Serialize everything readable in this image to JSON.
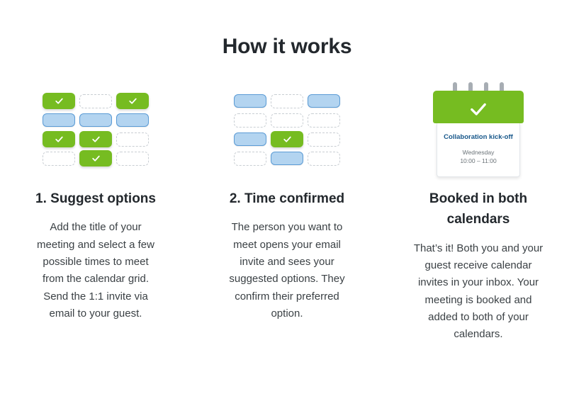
{
  "heading": "How it works",
  "colors": {
    "green": "#76bc21",
    "blue_fill": "#b3d4f0",
    "blue_border": "#5b9bd5",
    "dashed_border": "#c9ced3",
    "heading_text": "#23282d",
    "body_text": "#3b4145",
    "event_title": "#17578a",
    "event_meta": "#6b7378",
    "ring": "#a7adb3",
    "background": "#ffffff"
  },
  "steps": [
    {
      "title": "1. Suggest options",
      "body": "Add the title of your meeting and select a few possible times to meet from the calendar grid. Send the 1:1 invite via email to your guest.",
      "illustration": {
        "type": "option-grid",
        "columns": 3,
        "rows": 4,
        "cells": [
          "green-check",
          "empty",
          "green-check",
          "blue",
          "blue",
          "blue",
          "green-check",
          "green-check",
          "empty",
          "empty",
          "green-check",
          "empty"
        ]
      }
    },
    {
      "title": "2. Time confirmed",
      "body": "The person you want to meet opens your email invite and sees your suggested options. They confirm their preferred option.",
      "illustration": {
        "type": "option-grid",
        "columns": 3,
        "rows": 4,
        "cells": [
          "blue",
          "empty",
          "blue",
          "empty",
          "empty",
          "empty",
          "blue",
          "green-check",
          "empty",
          "empty",
          "blue",
          "empty"
        ]
      }
    },
    {
      "title": "Booked in both calendars",
      "body": "That’s it! Both you and your guest receive calendar invites in your inbox. Your meeting is booked and added to both of your calendars.",
      "illustration": {
        "type": "calendar-card",
        "rings": 4,
        "header_icon": "check-icon",
        "event_title": "Collaboration kick-off",
        "event_day": "Wednesday",
        "event_time": "10:00 – 11:00"
      }
    }
  ]
}
